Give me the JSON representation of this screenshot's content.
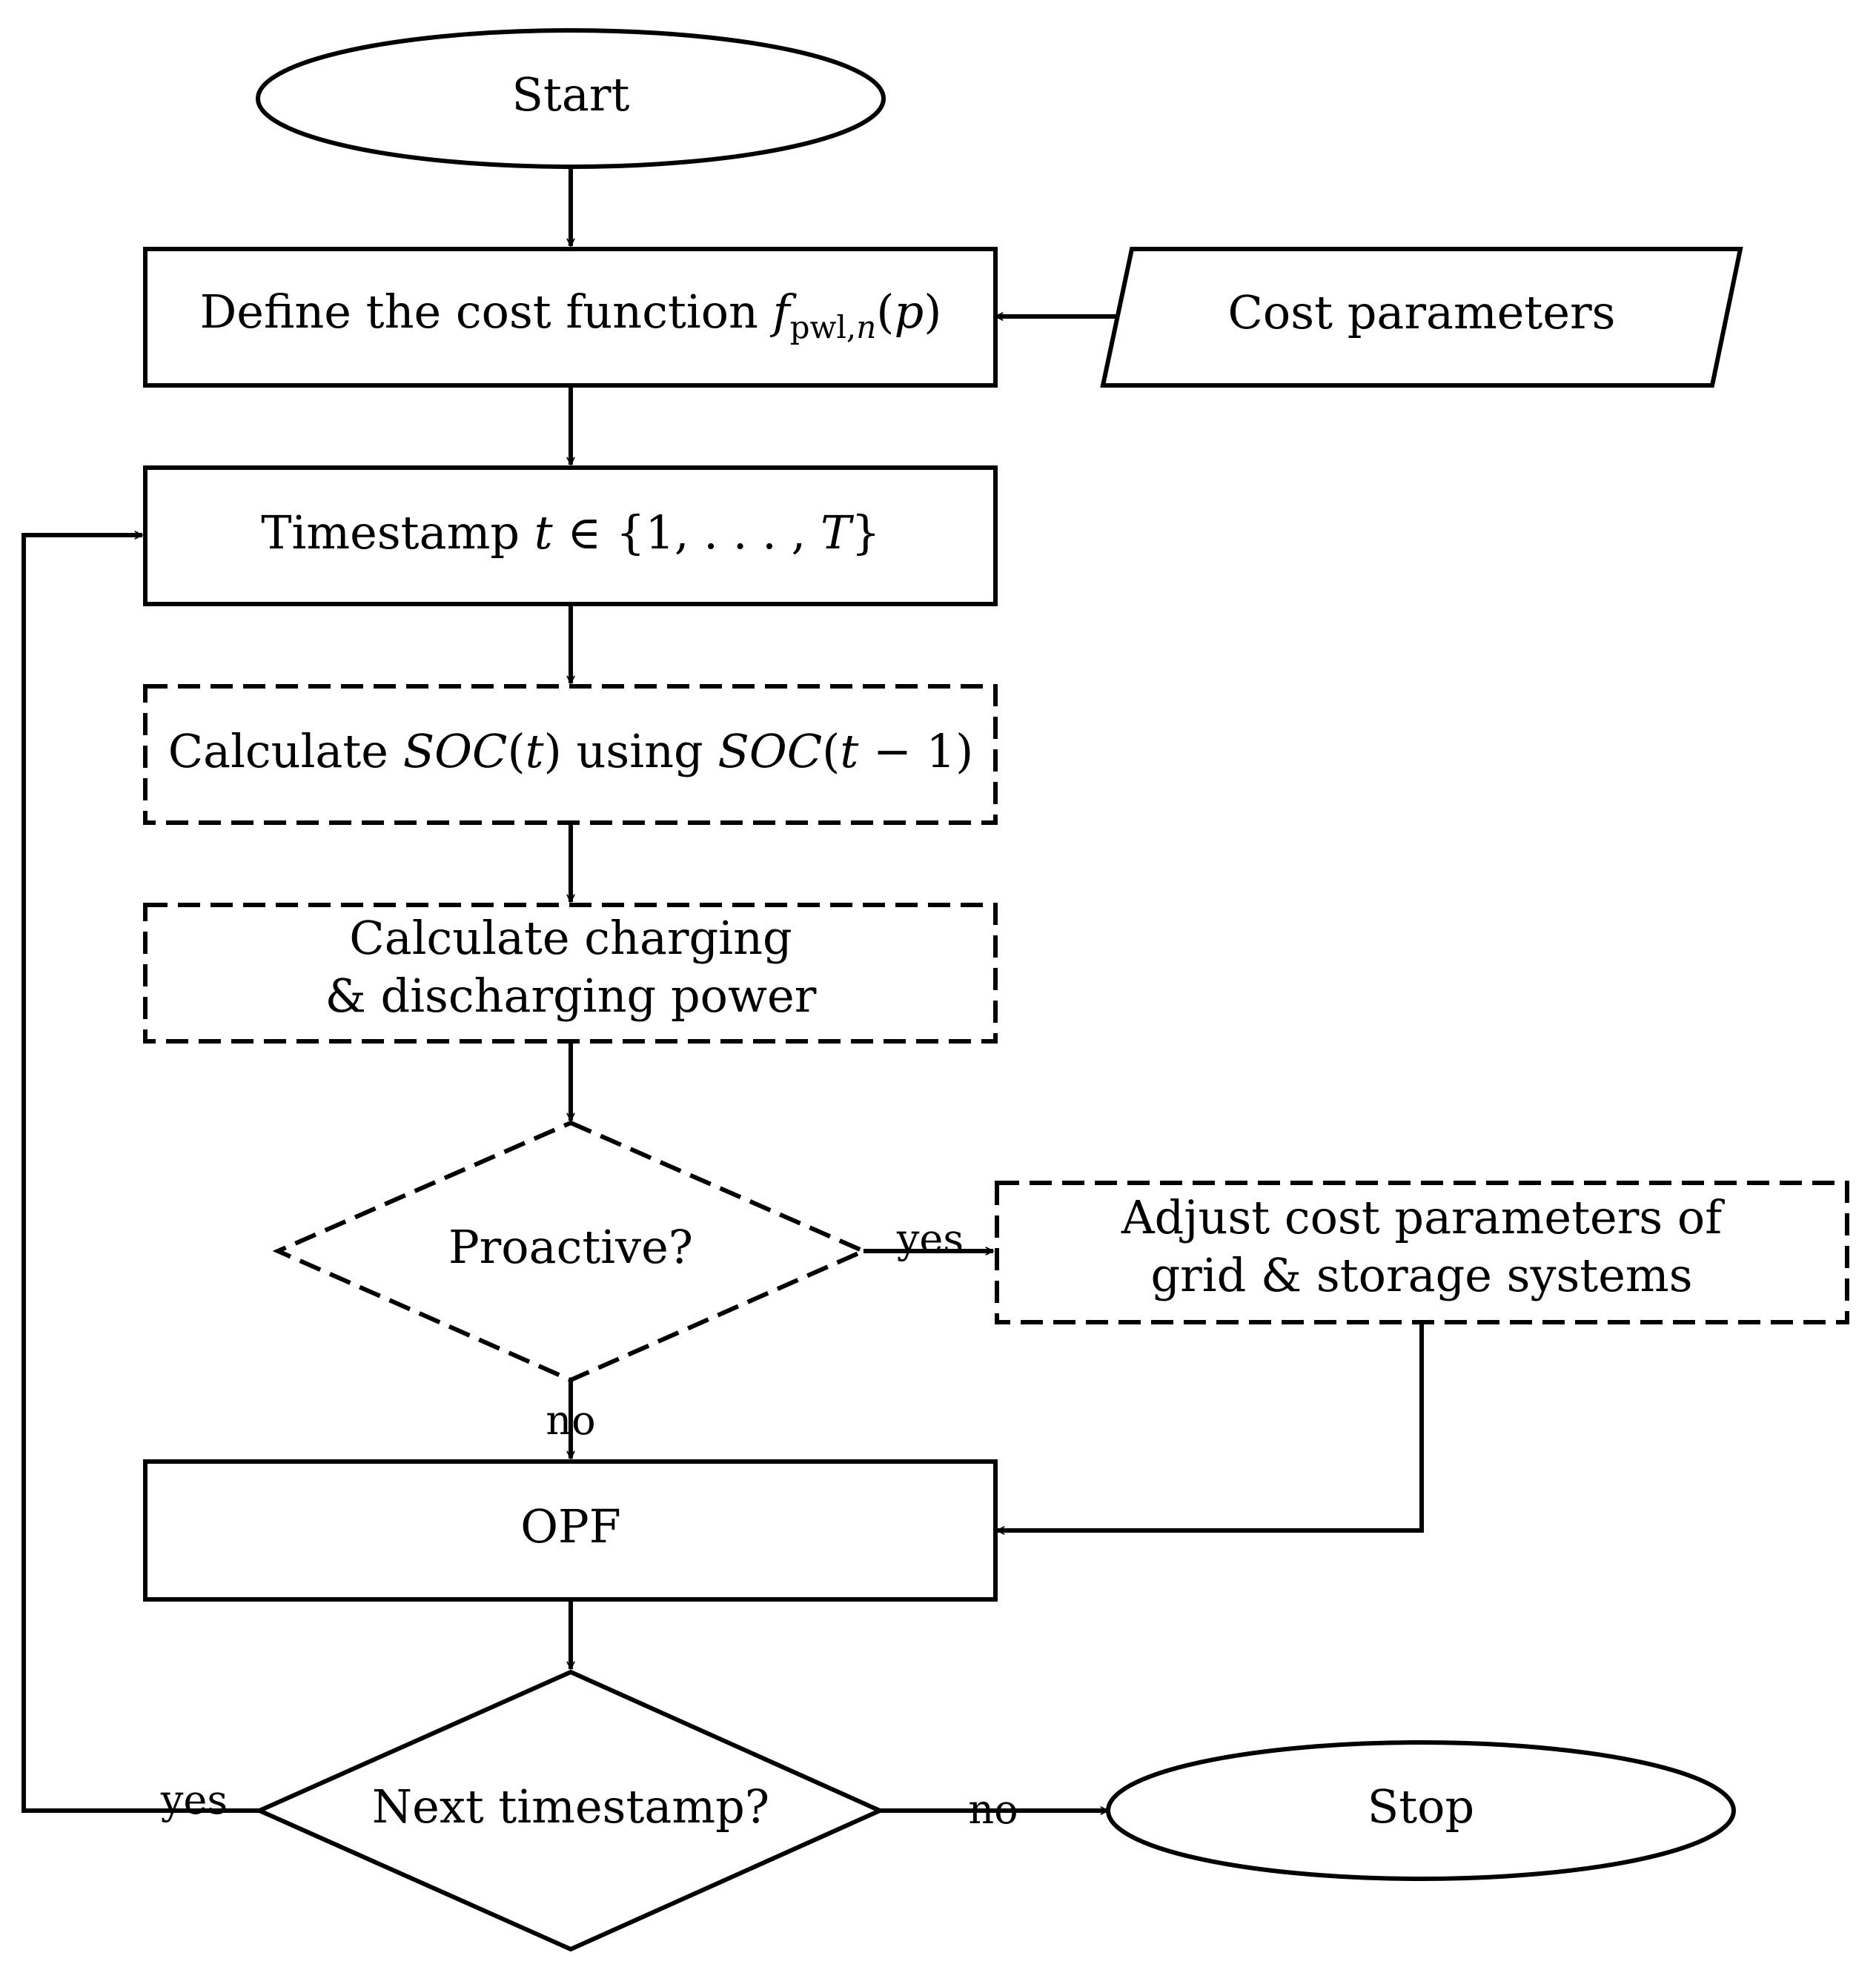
{
  "nodes": {
    "start": {
      "label": "Start"
    },
    "define_cost": {
      "text": "Define the cost function ",
      "func": "f",
      "sub_a": "pwl,",
      "sub_b": "n",
      "paren_open": "(",
      "arg": "p",
      "paren_close": ")"
    },
    "cost_params": {
      "label": "Cost parameters"
    },
    "timestamp": {
      "text": "Timestamp ",
      "var": "t",
      "in": " ∈ ",
      "set_open": "{1, . . . , ",
      "set_var": "T",
      "set_close": "}"
    },
    "calc_soc": {
      "text1": "Calculate ",
      "soc1": "SOC",
      "p1o": "(",
      "t1": "t",
      "p1c": ")",
      "text2": " using ",
      "soc2": "SOC",
      "p2o": "(",
      "t2": "t",
      "minus": " − 1)"
    },
    "calc_power": {
      "line1": "Calculate charging",
      "line2": "& discharging power"
    },
    "proactive": {
      "label": "Proactive?"
    },
    "adjust": {
      "line1": "Adjust cost parameters of",
      "line2": "grid & storage systems"
    },
    "opf": {
      "label": "OPF"
    },
    "next": {
      "label": "Next timestamp?"
    },
    "stop": {
      "label": "Stop"
    }
  },
  "edges": {
    "proactive_yes": "yes",
    "proactive_no": "no",
    "next_yes": "yes",
    "next_no": "no"
  }
}
